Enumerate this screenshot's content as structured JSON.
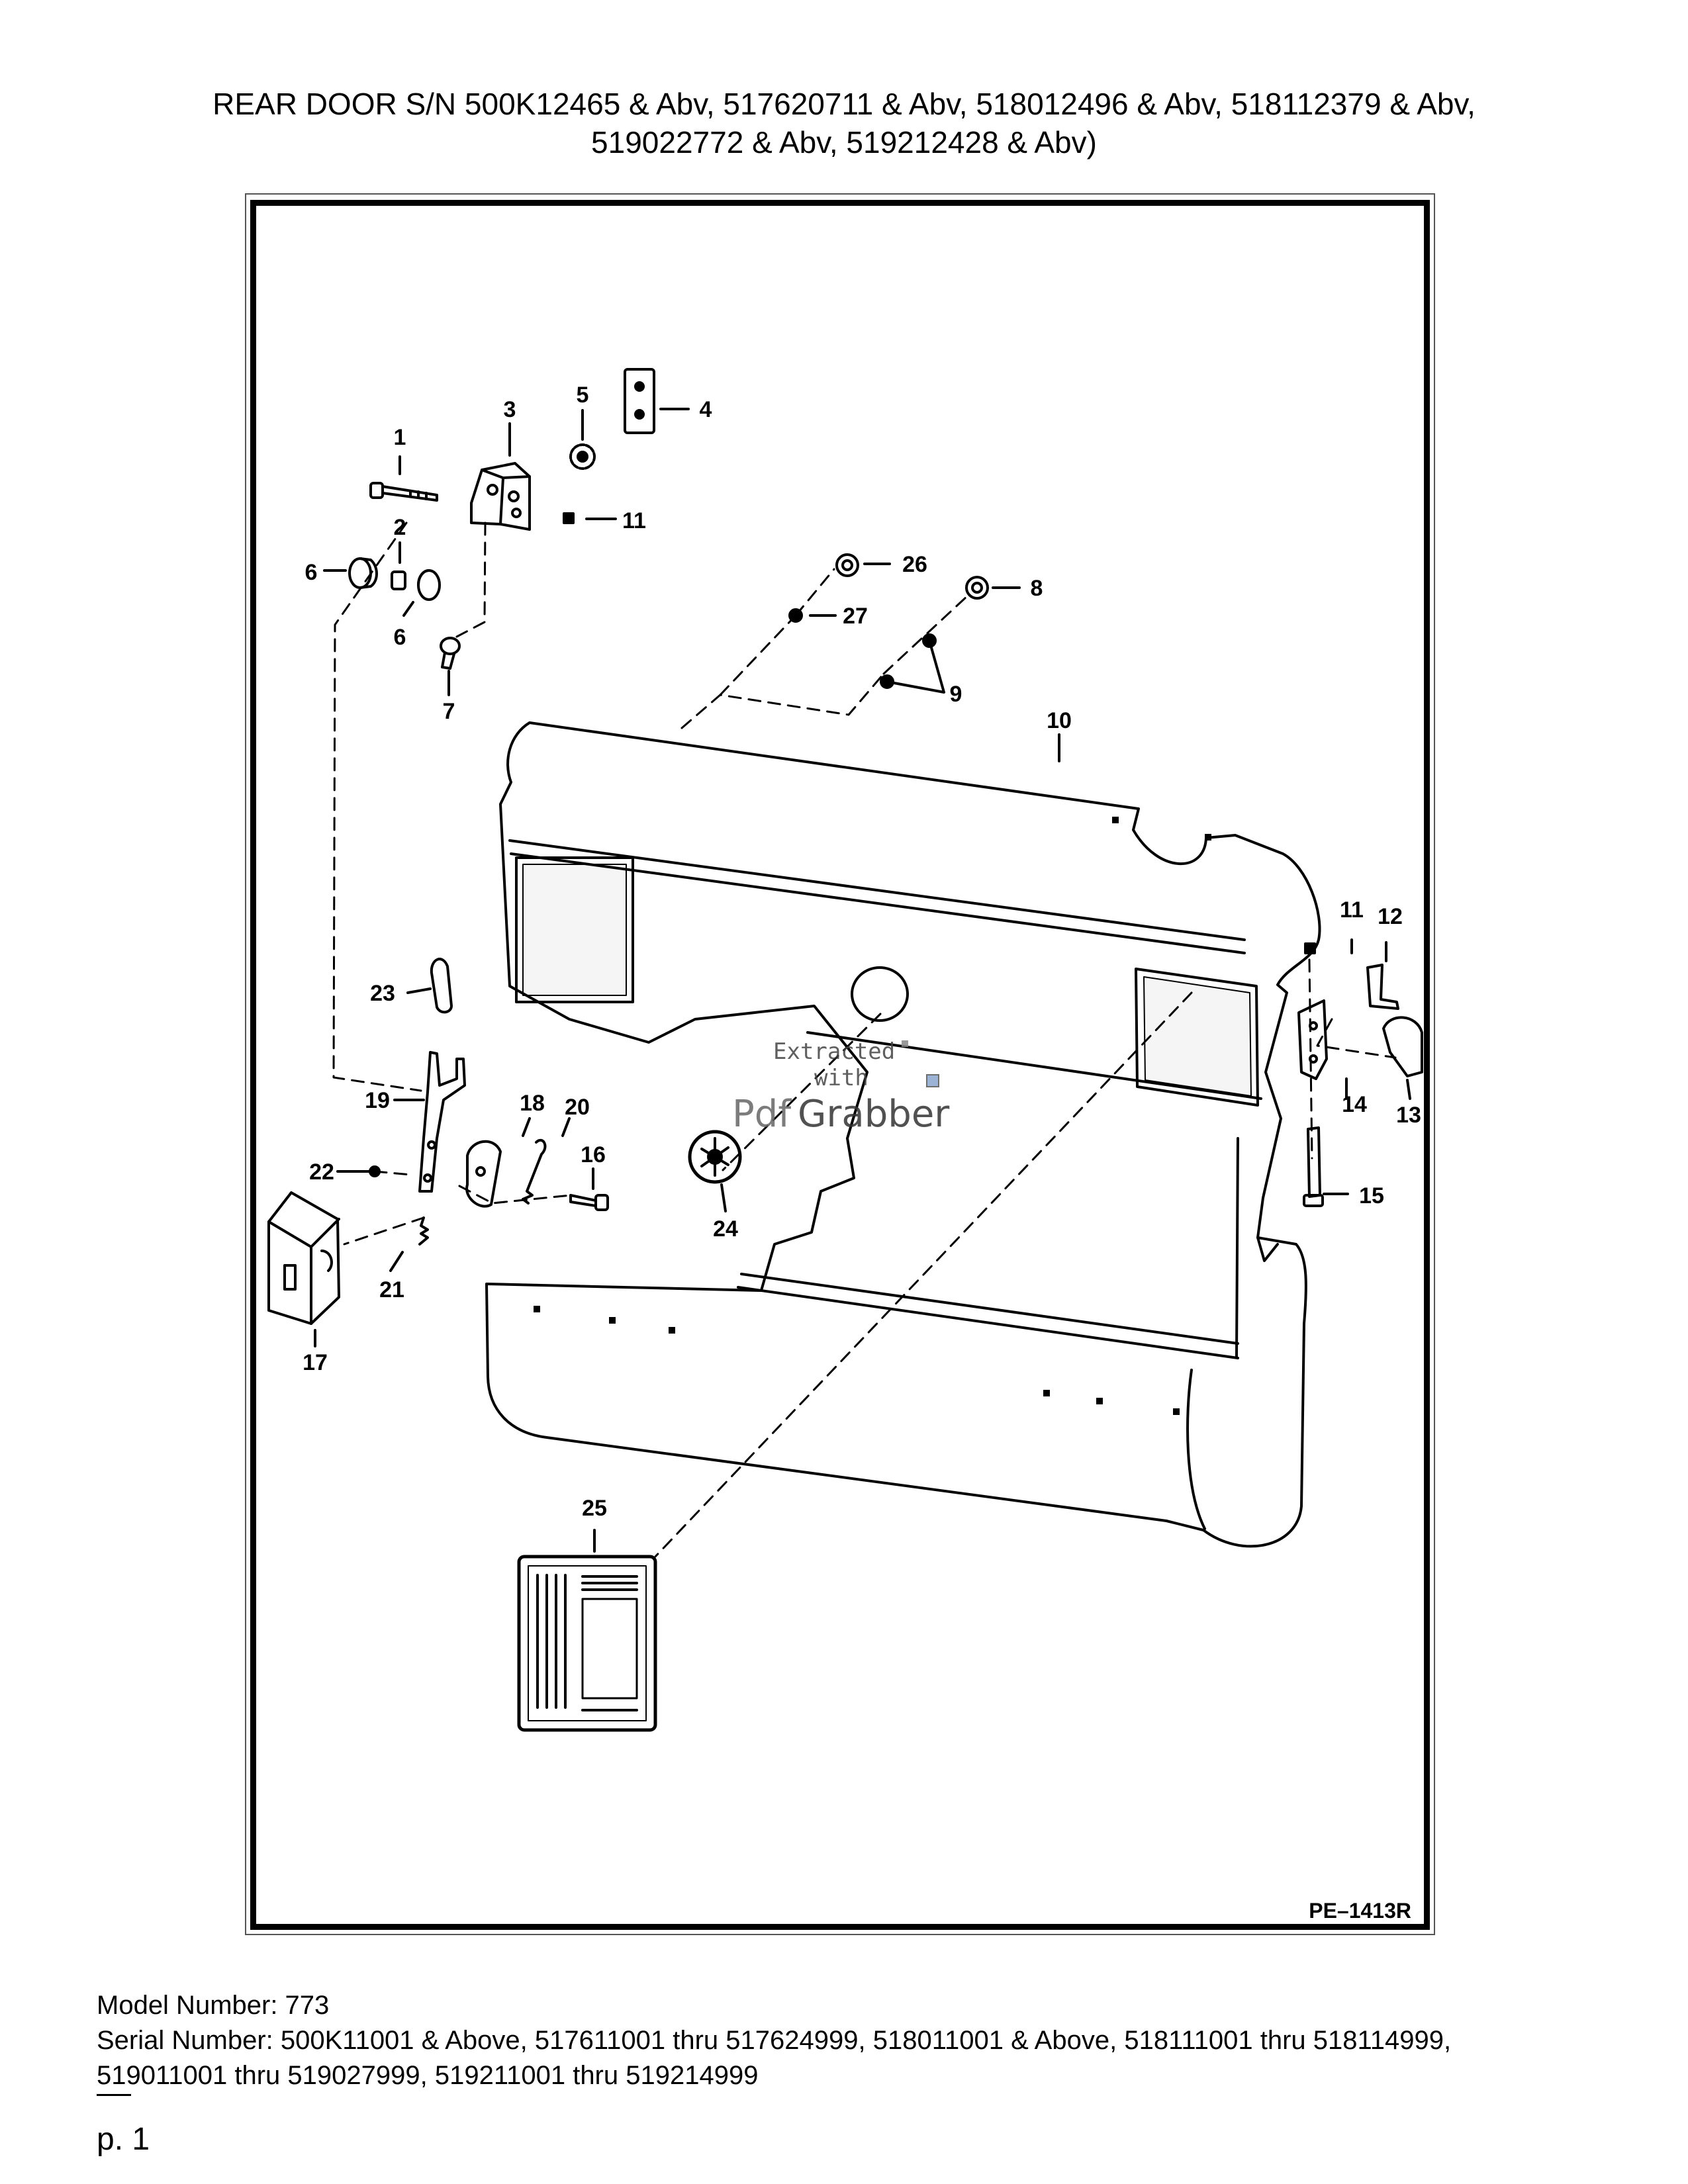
{
  "header": {
    "title_line1": "REAR DOOR S/N 500K12465 & Abv, 517620711 & Abv, 518012496 & Abv, 518112379 & Abv,",
    "title_line2": "519022772 & Abv, 519212428 & Abv)"
  },
  "diagram": {
    "drawing_code": "PE–1413R",
    "callouts": [
      "1",
      "2",
      "3",
      "4",
      "5",
      "6",
      "6",
      "7",
      "8",
      "9",
      "10",
      "11",
      "11",
      "12",
      "13",
      "14",
      "15",
      "16",
      "17",
      "18",
      "19",
      "20",
      "21",
      "22",
      "23",
      "24",
      "25",
      "26",
      "27"
    ],
    "watermark": {
      "line1": "Extracted",
      "line2": "with",
      "brand_prefix": "Pdf",
      "brand_suffix": "Grabber"
    }
  },
  "footer": {
    "model_line": "Model Number: 773",
    "serial_line1": "Serial Number: 500K11001 & Above, 517611001 thru 517624999, 518011001 & Above, 518111001 thru 518114999,",
    "serial_line2": "519011001 thru 519027999, 519211001 thru 519214999",
    "page_label": "p. 1"
  }
}
